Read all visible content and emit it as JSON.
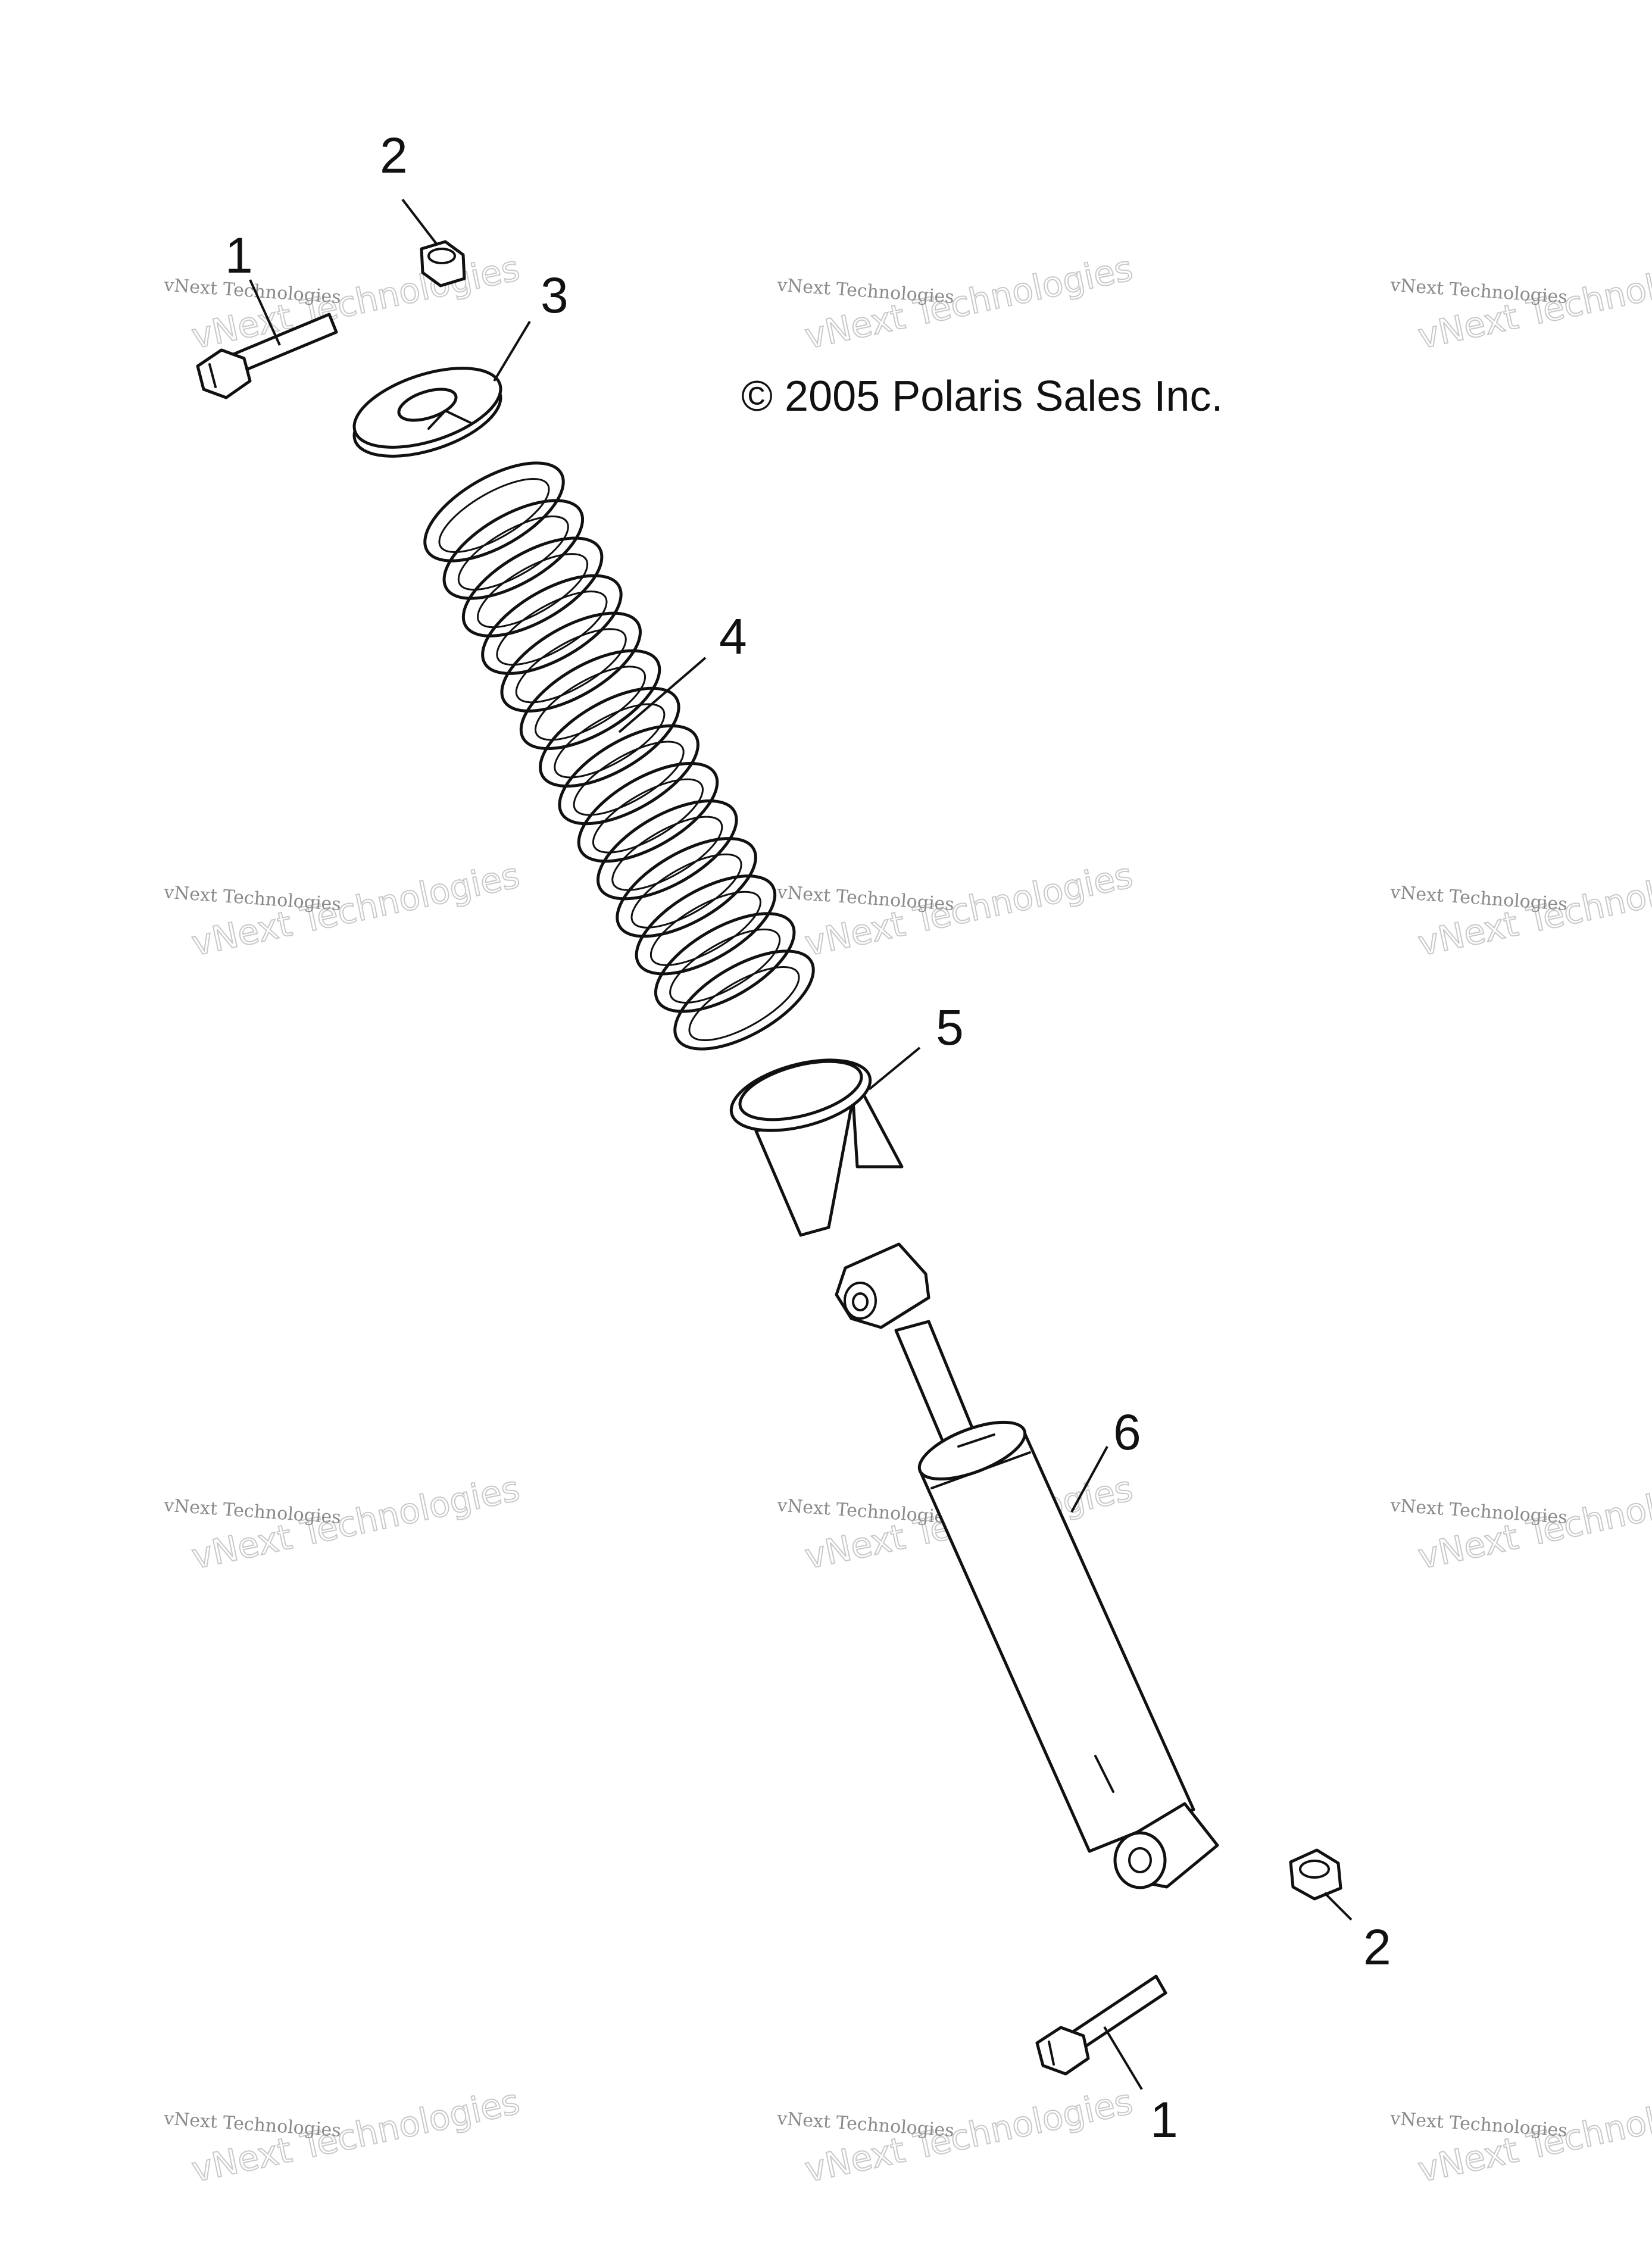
{
  "copyright": "© 2005 Polaris Sales Inc.",
  "callouts": [
    {
      "id": "bolt-top",
      "label": "1"
    },
    {
      "id": "nut-top",
      "label": "2"
    },
    {
      "id": "spring-retainer",
      "label": "3"
    },
    {
      "id": "spring",
      "label": "4"
    },
    {
      "id": "bumper-cup",
      "label": "5"
    },
    {
      "id": "shock-body",
      "label": "6"
    },
    {
      "id": "nut-bottom",
      "label": "2"
    },
    {
      "id": "bolt-bottom",
      "label": "1"
    }
  ],
  "watermark": {
    "line_small": "vNext Technologies",
    "line_big": "vNext Technologies"
  },
  "colors": {
    "ink": "#111111",
    "watermark": "#8a8a8a"
  }
}
